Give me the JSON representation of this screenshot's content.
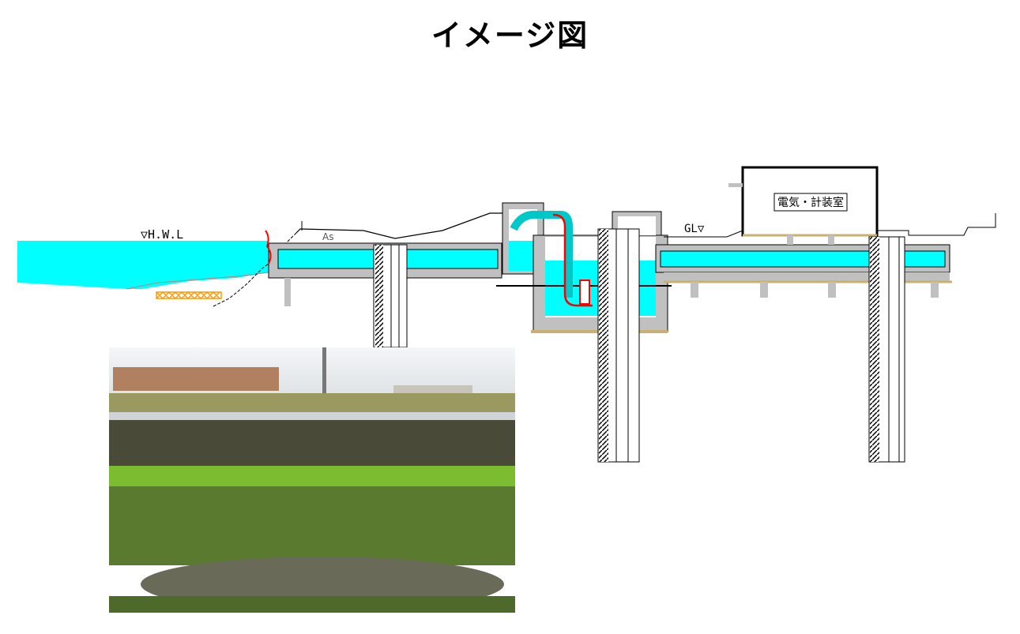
{
  "title": "イメージ図",
  "diagram": {
    "hwl_label": "▽H.W.L",
    "as_label": "As",
    "gl_label": "GL▽",
    "room_label": "電気・計装室",
    "colors": {
      "water": "#00ffff",
      "concrete": "#c0c0c0",
      "pipe": "#ff0000",
      "soil": "#c8b070",
      "truss": "#ff9900"
    }
  },
  "photo": {
    "description_icon": "site-photo"
  }
}
